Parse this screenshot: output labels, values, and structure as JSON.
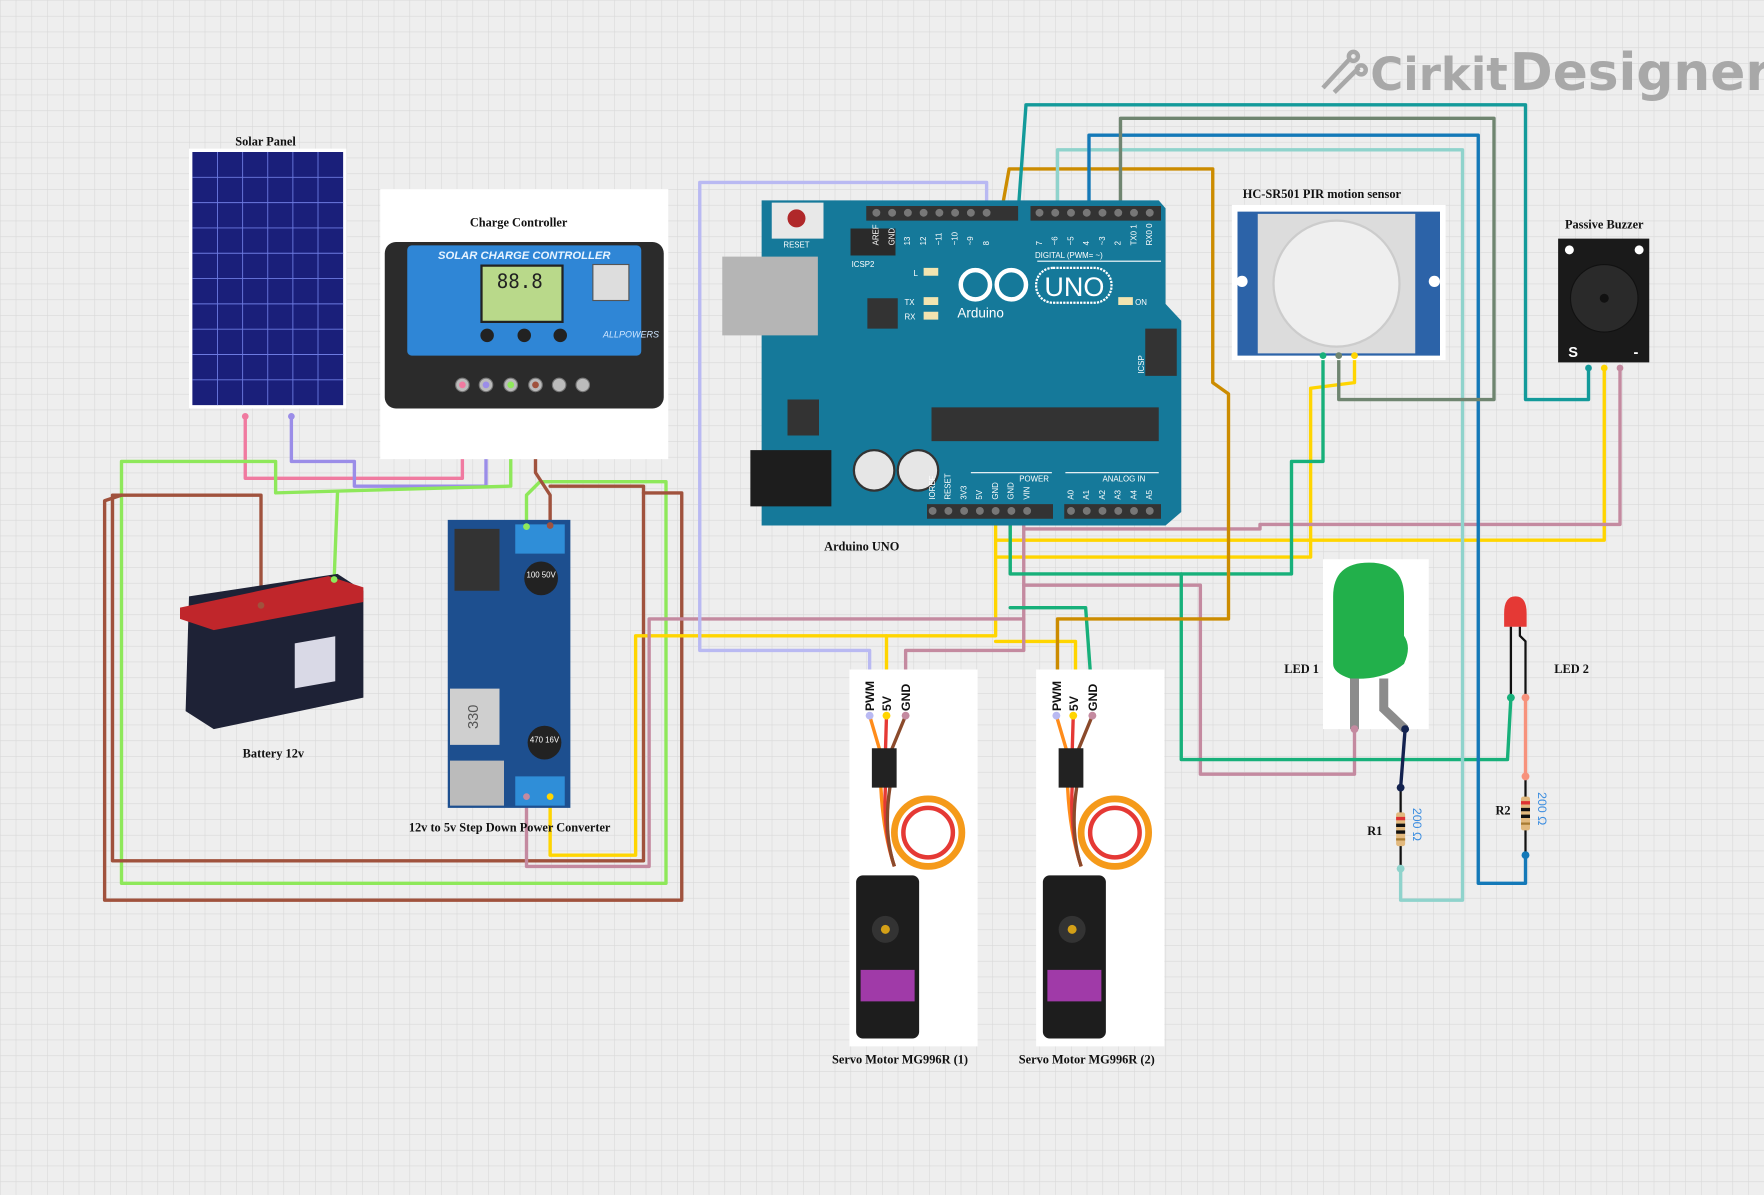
{
  "logo": {
    "brand_light": "Cirkit",
    "brand_bold": "Designer"
  },
  "components": {
    "solar_panel": {
      "label": "Solar Panel"
    },
    "charge_controller": {
      "label": "Charge Controller",
      "face_title": "SOLAR CHARGE CONTROLLER",
      "display": "88.8",
      "brand": "ALLPOWERS"
    },
    "battery": {
      "label": "Battery 12v"
    },
    "converter": {
      "label": "12v to 5v Step Down Power Converter",
      "cap1": "100 50V",
      "cap2": "470 16V",
      "inductor": "330"
    },
    "arduino": {
      "label": "Arduino UNO",
      "reset": "RESET",
      "icsp2": "ICSP2",
      "icsp": "ICSP",
      "brand": "Arduino",
      "model": "UNO",
      "led_l": "L",
      "led_tx": "TX",
      "led_rx": "RX",
      "led_on": "ON",
      "digital": "DIGITAL (PWM= ~)",
      "power": "POWER",
      "analog": "ANALOG IN",
      "top_pins": [
        "AREF",
        "GND",
        "13",
        "12",
        "~11",
        "~10",
        "~9",
        "8",
        "7",
        "~6",
        "~5",
        "4",
        "~3",
        "2",
        "TX0 1",
        "RX0 0"
      ],
      "bottom_pins": [
        "IOREF",
        "RESET",
        "3V3",
        "5V",
        "GND",
        "GND",
        "VIN",
        "A0",
        "A1",
        "A2",
        "A3",
        "A4",
        "A5"
      ]
    },
    "pir": {
      "label": "HC-SR501 PIR motion sensor"
    },
    "buzzer": {
      "label": "Passive Buzzer",
      "pin_s": "S",
      "pin_minus": "-"
    },
    "servo1": {
      "label": "Servo Motor MG996R (1)",
      "pins": [
        "PWM",
        "5V",
        "GND"
      ]
    },
    "servo2": {
      "label": "Servo Motor MG996R (2)",
      "pins": [
        "PWM",
        "5V",
        "GND"
      ]
    },
    "led1": {
      "label": "LED 1",
      "color": "#22b04b"
    },
    "led2": {
      "label": "LED 2",
      "color": "#e53935"
    },
    "r1": {
      "label": "R1",
      "value": "200 Ω"
    },
    "r2": {
      "label": "R2",
      "value": "200 Ω"
    }
  },
  "wire_colors": {
    "pink": "#f07aa0",
    "purple": "#9b8de8",
    "lime": "#8ee85a",
    "brown": "#a0523d",
    "yellow": "#ffd500",
    "mauve": "#c48aa0",
    "green": "#17b07a",
    "lavender": "#b9b9f2",
    "orange": "#cc8c00",
    "teal": "#139a9a",
    "lightteal": "#8fd3cc",
    "blue": "#1479b8",
    "graygreen": "#6f8570",
    "navy": "#13224f",
    "salmon": "#f7927c"
  }
}
